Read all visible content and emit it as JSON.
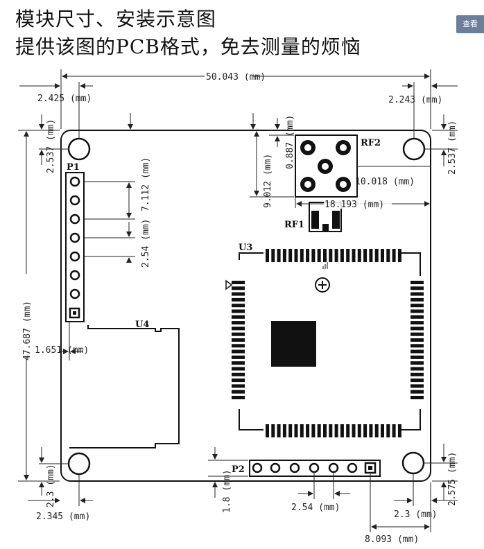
{
  "header": {
    "title_line1": "模块尺寸、安装示意图",
    "title_line2": "提供该图的PCB格式，免去测量的烦恼",
    "view_button": "查看"
  },
  "labels": {
    "p1": "P1",
    "p2": "P2",
    "u3": "U3",
    "u4": "U4",
    "rf1": "RF1",
    "rf2": "RF2"
  },
  "dimensions": {
    "board_width": "50.043 (mm)",
    "board_height": "47.687 (mm)",
    "hole_tl_x": "2.425 (mm)",
    "hole_tl_y": "2.537 (mm)",
    "hole_tr_x": "2.243 (mm)",
    "hole_tr_y": "2.537 (mm)",
    "hole_bl_x": "2.345 (mm)",
    "hole_bl_y": "2.3 (mm)",
    "hole_br_x": "2.3 (mm)",
    "hole_br_y": "2.575 (mm)",
    "p1_span": "7.112 (mm)",
    "p1_pitch": "2.54 (mm)",
    "p1_offset": "1.651 (mm)",
    "rf2_top": "0.887 (mm)",
    "rf2_left": "9.012 (mm)",
    "rf2_width": "10.018 (mm)",
    "rf2_right": "18.193 (mm)",
    "p2_bottom": "1.8 (mm)",
    "p2_pitch": "2.54 (mm)",
    "p2_offset": "8.093 (mm)"
  }
}
